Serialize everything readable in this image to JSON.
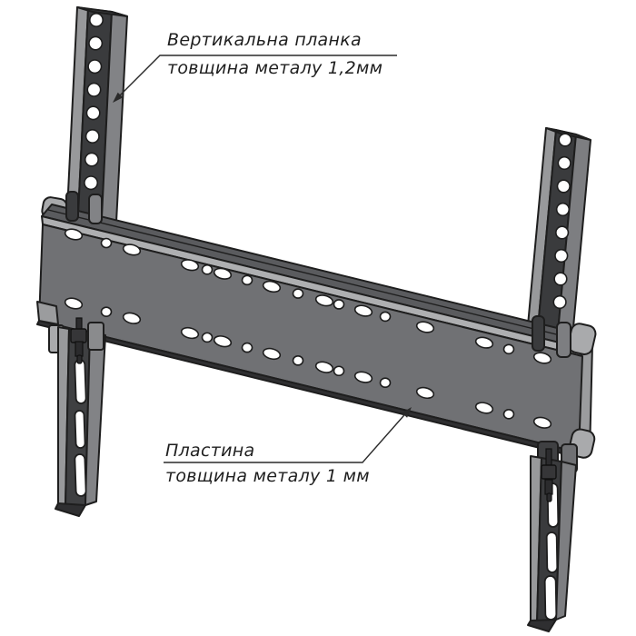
{
  "labels": {
    "vertical_bar": {
      "line1": "Вертикальна планка",
      "line2": "товщина металу 1,2мм"
    },
    "plate": {
      "line1": "Пластина",
      "line2": "товщина металу 1 мм"
    }
  },
  "colors": {
    "background": "#ffffff",
    "outline": "#1e1e1e",
    "plate_face": "#707174",
    "plate_top_surface": "#5a5b5e",
    "plate_lip_band": "#aeafb1",
    "end_cap": "#9b9c9e",
    "corner_cap": "#a9aaac",
    "bar_face": "#3a3b3d",
    "bar_flange": "#7d7e81",
    "bar_edge_light": "#98999b",
    "hole_fill": "#ffffff",
    "leader": "#2a2a2a",
    "text": "#1f1f1f"
  }
}
